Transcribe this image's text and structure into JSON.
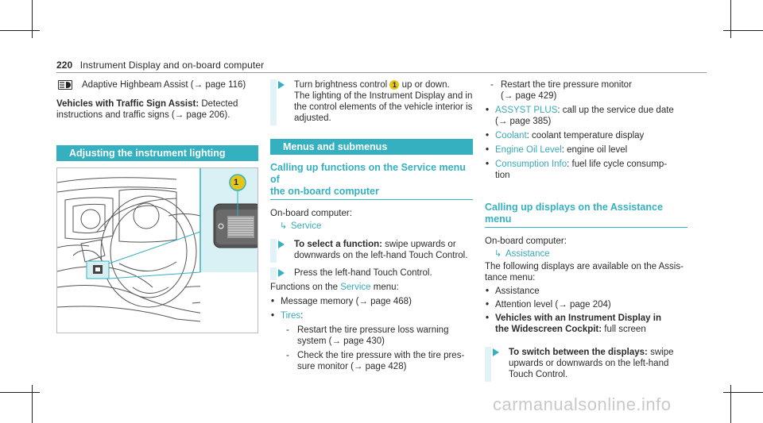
{
  "header": {
    "page_number": "220",
    "title": "Instrument Display and on-board computer"
  },
  "col1": {
    "icon_line": {
      "icon": "adaptive-highbeam-icon",
      "text": "Adaptive Highbeam Assist (→ page 116)"
    },
    "traffic": {
      "bold": "Vehicles with Traffic Sign Assist:",
      "text1": "Detected",
      "text2": "instructions and traffic signs (→ page 206)."
    },
    "banner": "Adjusting the instrument lighting",
    "callout_number": "1"
  },
  "col2": {
    "step1": {
      "line1a": "Turn brightness control",
      "num": "1",
      "line1b": "up or down.",
      "line2": "The lighting of the Instrument Display and in",
      "line3": "the control elements of the vehicle interior is",
      "line4": "adjusted."
    },
    "banner": "Menus and submenus",
    "subhead_line1": "Calling up functions on the Service menu of",
    "subhead_line2": "the on-board computer",
    "obc_label": "On-board computer:",
    "path": "Service",
    "step2": {
      "bold": "To select a function:",
      "text1": "swipe upwards or",
      "text2": "downwards on the left-hand Touch Control."
    },
    "step3": "Press the left-hand Touch Control.",
    "functions_pre": "Functions on the",
    "functions_link": "Service",
    "functions_post": "menu:",
    "list": {
      "item1": "Message memory (→ page 468)",
      "item2": "Tires",
      "item2_colon": ":",
      "sub1_line1": "Restart the tire pressure loss warning",
      "sub1_line2": "system (→ page 430)",
      "sub2_line1": "Check the tire pressure with the tire pres-",
      "sub2_line2": "sure monitor (→ page 428)"
    }
  },
  "col3": {
    "sub3_line1": "Restart the tire pressure monitor",
    "sub3_line2": "(→ page 429)",
    "assyst_link": "ASSYST PLUS",
    "assyst_text": ": call up the service due date",
    "assyst_line2": "(→ page 385)",
    "coolant_link": "Coolant",
    "coolant_text": ": coolant temperature display",
    "oil_link": "Engine Oil Level",
    "oil_text": ": engine oil level",
    "cons_link": "Consumption Info",
    "cons_text": ": fuel life cycle consump-",
    "cons_line2": "tion",
    "subhead": "Calling up displays on the Assistance menu",
    "obc_label": "On-board computer:",
    "path": "Assistance",
    "desc_line1": "The following displays are available on the Assis-",
    "desc_line2": "tance menu:",
    "a1": "Assistance",
    "a2": "Attention level (→ page 204)",
    "a3_line1": "Vehicles with an Instrument Display in",
    "a3_line2": "the Widescreen Cockpit:",
    "a3_text": "full screen",
    "step": {
      "bold": "To switch between the displays:",
      "text1": "swipe",
      "text2": "upwards or downwards on the left-hand",
      "text3": "Touch Control."
    }
  },
  "watermark": "carmanualsonline.info"
}
